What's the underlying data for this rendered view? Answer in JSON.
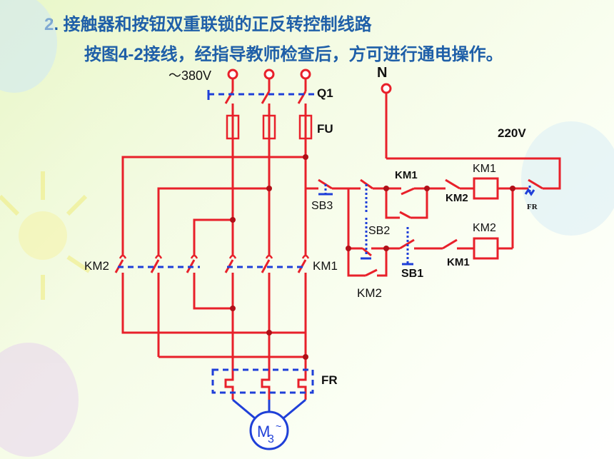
{
  "heading": {
    "title": "2. 接触器和按钮双重联锁的正反转控制线路",
    "subtitle": "按图4-2接线，经指导教师检查后，方可进行通电操作。"
  },
  "diagram": {
    "supply": "～380V",
    "neutral": "N",
    "breaker": "Q1",
    "fuse": "FU",
    "control_voltage": "220V",
    "main_contacts_left": "KM2",
    "main_contacts_right": "KM1",
    "thermal_relay_main": "FR",
    "thermal_relay_control": "FR",
    "motor": "M",
    "motor_sub": "3",
    "motor_tilde": "~",
    "sb3": "SB3",
    "sb2": "SB2",
    "sb1": "SB1",
    "km1_interlock": "KM1",
    "km1_coil": "KM1",
    "km2_aux_top": "KM2",
    "km2_coil": "KM2",
    "km1_aux_bottom": "KM1",
    "km2_self_hold": "KM2"
  },
  "colors": {
    "wire": "#e8202a",
    "mech_link": "#1f3fd8",
    "motor": "#1f3fd8",
    "title": "#1f5fa8",
    "label": "#111111"
  }
}
